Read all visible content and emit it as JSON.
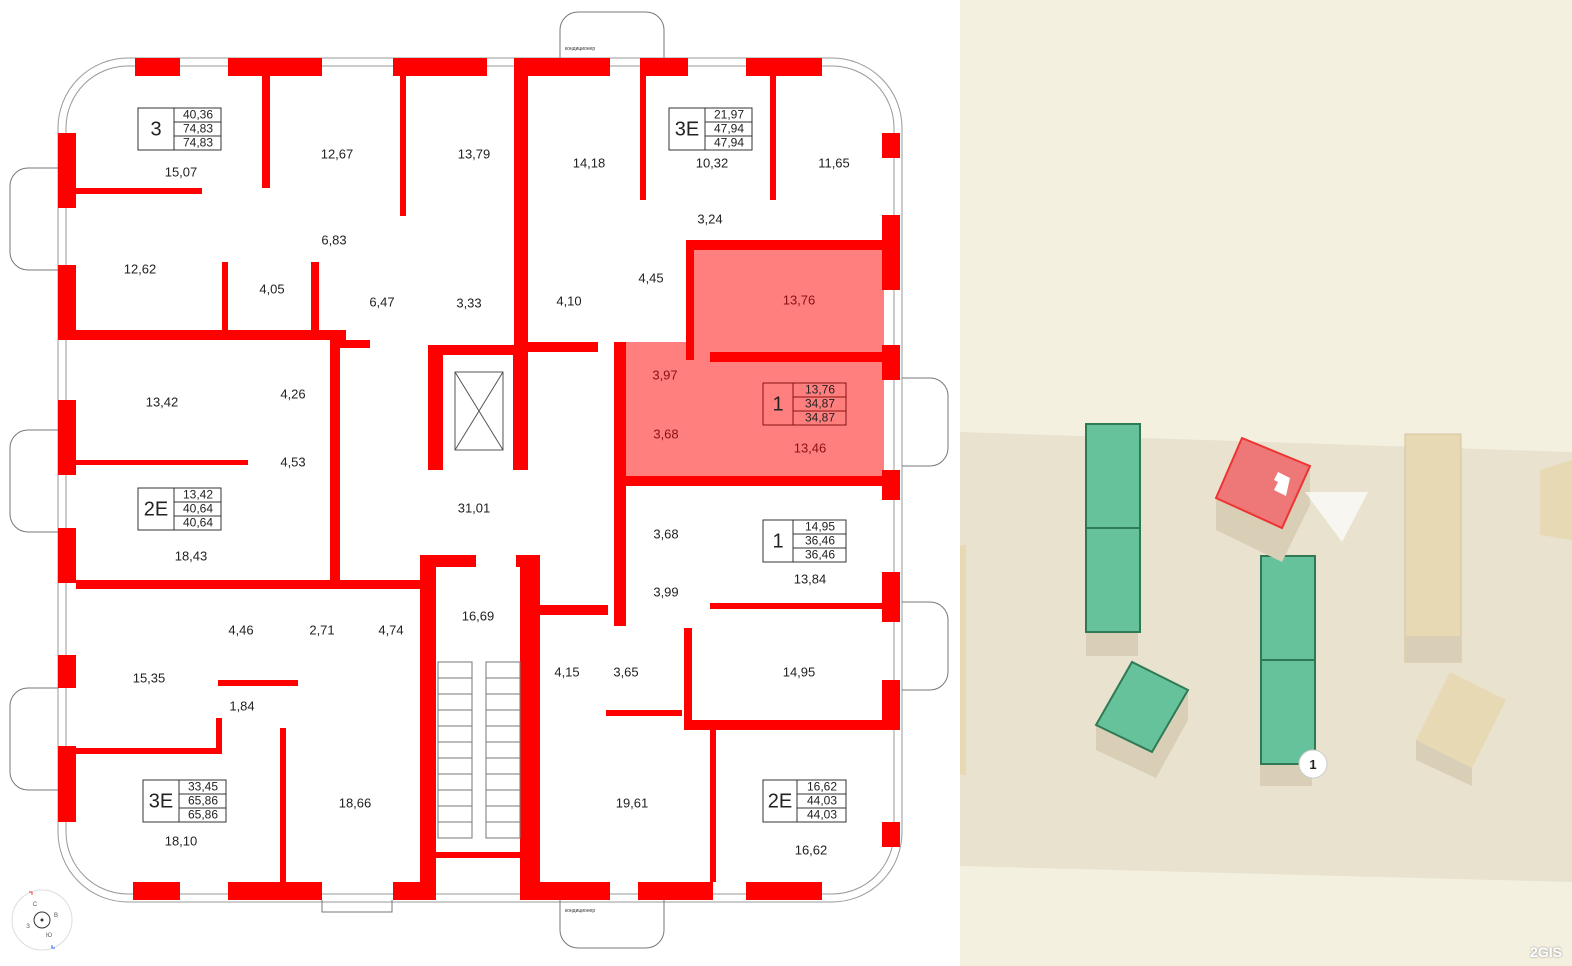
{
  "floorplan": {
    "highlight_color": "#ff0000",
    "wall_color": "#ff0000",
    "selected_apartment_fill": "#ff7f7f",
    "ac_label": "кондиционер",
    "compass": {
      "n": "С",
      "e": "В",
      "s": "Ю",
      "w": "З"
    },
    "rooms": [
      "15,07",
      "12,67",
      "13,79",
      "14,18",
      "10,32",
      "11,65",
      "3,24",
      "6,83",
      "12,62",
      "4,05",
      "6,47",
      "3,33",
      "4,10",
      "4,45",
      "13,76",
      "3,97",
      "13,42",
      "4,26",
      "3,68",
      "13,46",
      "4,53",
      "31,01",
      "18,43",
      "3,68",
      "13,84",
      "3,99",
      "16,69",
      "4,46",
      "2,71",
      "4,74",
      "15,35",
      "4,15",
      "3,65",
      "14,95",
      "1,84",
      "18,66",
      "19,61",
      "18,10",
      "16,62"
    ],
    "apartments": [
      {
        "type": "3",
        "values": [
          "40,36",
          "74,83",
          "74,83"
        ]
      },
      {
        "type": "3Е",
        "values": [
          "21,97",
          "47,94",
          "47,94"
        ]
      },
      {
        "type": "1",
        "values": [
          "13,76",
          "34,87",
          "34,87"
        ],
        "selected": true
      },
      {
        "type": "2Е",
        "values": [
          "13,42",
          "40,64",
          "40,64"
        ]
      },
      {
        "type": "1",
        "values": [
          "14,95",
          "36,46",
          "36,46"
        ]
      },
      {
        "type": "3Е",
        "values": [
          "33,45",
          "65,86",
          "65,86"
        ]
      },
      {
        "type": "2Е",
        "values": [
          "16,62",
          "44,03",
          "44,03"
        ]
      }
    ]
  },
  "map": {
    "marker_label": "1",
    "logo": "2GIS",
    "colors": {
      "background": "#f4f0df",
      "ground": "#e8e2cf",
      "building_green": "#66c29a",
      "building_selected": "#ee7777",
      "building_beige": "#e8d9b5"
    }
  }
}
